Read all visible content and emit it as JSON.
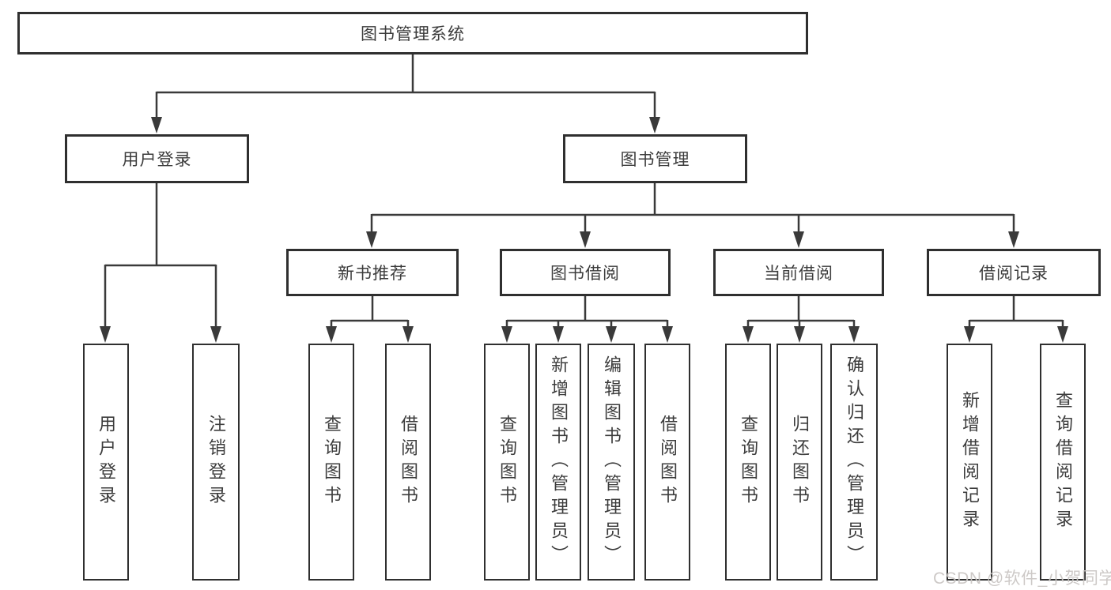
{
  "diagram": {
    "root": {
      "label": "图书管理系统"
    },
    "level2": [
      {
        "label": "用户登录"
      },
      {
        "label": "图书管理"
      }
    ],
    "level3": [
      {
        "label": "新书推荐"
      },
      {
        "label": "图书借阅"
      },
      {
        "label": "当前借阅"
      },
      {
        "label": "借阅记录"
      }
    ],
    "leaves": {
      "user_login": [
        "用户登录",
        "注销登录"
      ],
      "new_book_recommend": [
        "查询图书",
        "借阅图书"
      ],
      "book_borrow": [
        "查询图书",
        "新增图书（管理员）",
        "编辑图书（管理员）",
        "借阅图书"
      ],
      "current_borrow": [
        "查询图书",
        "归还图书",
        "确认归还（管理员）"
      ],
      "borrow_record": [
        "新增借阅记录",
        "查询借阅记录"
      ]
    }
  },
  "watermark": "CSDN @软件_小贺同学",
  "colors": {
    "line": "#3a3a3a",
    "box_border": "#2f2f2f",
    "text": "#3c3c3c",
    "watermark": "#c9c5c3",
    "background": "#ffffff"
  }
}
